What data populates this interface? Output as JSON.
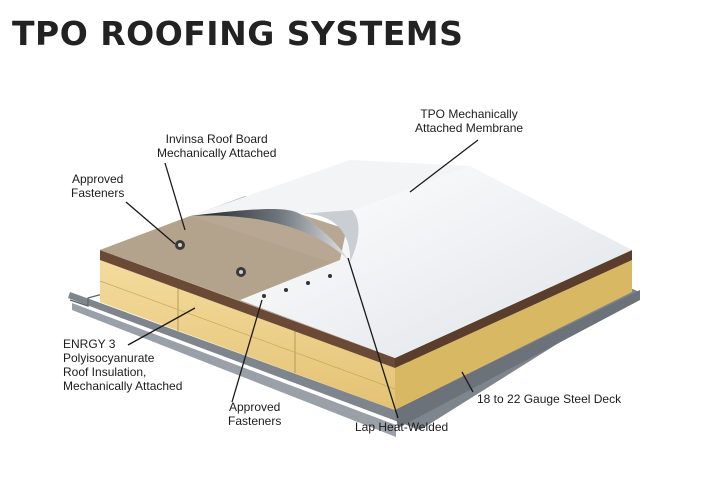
{
  "title": "TPO ROOFING SYSTEMS",
  "labels": {
    "tpo_membrane": [
      "TPO Mechanically",
      "Attached Membrane"
    ],
    "roof_board": [
      "Invinsa Roof Board",
      "Mechanically Attached"
    ],
    "fasteners_top": [
      "Approved",
      "Fasteners"
    ],
    "insulation": [
      "ENRGY 3",
      "Polyisocyanurate",
      "Roof Insulation,",
      "Mechanically Attached"
    ],
    "fasteners_bottom": [
      "Approved",
      "Fasteners"
    ],
    "lap_weld": [
      "Lap Heat-Welded"
    ],
    "steel_deck": [
      "18 to 22 Gauge Steel Deck"
    ]
  },
  "colors": {
    "membrane": "#eef0f3",
    "board": "#b8a893",
    "insulation": "#efd592",
    "deck": "#8f959d",
    "brown_band": "#6b4a35",
    "leader": "#1a1a1a"
  }
}
